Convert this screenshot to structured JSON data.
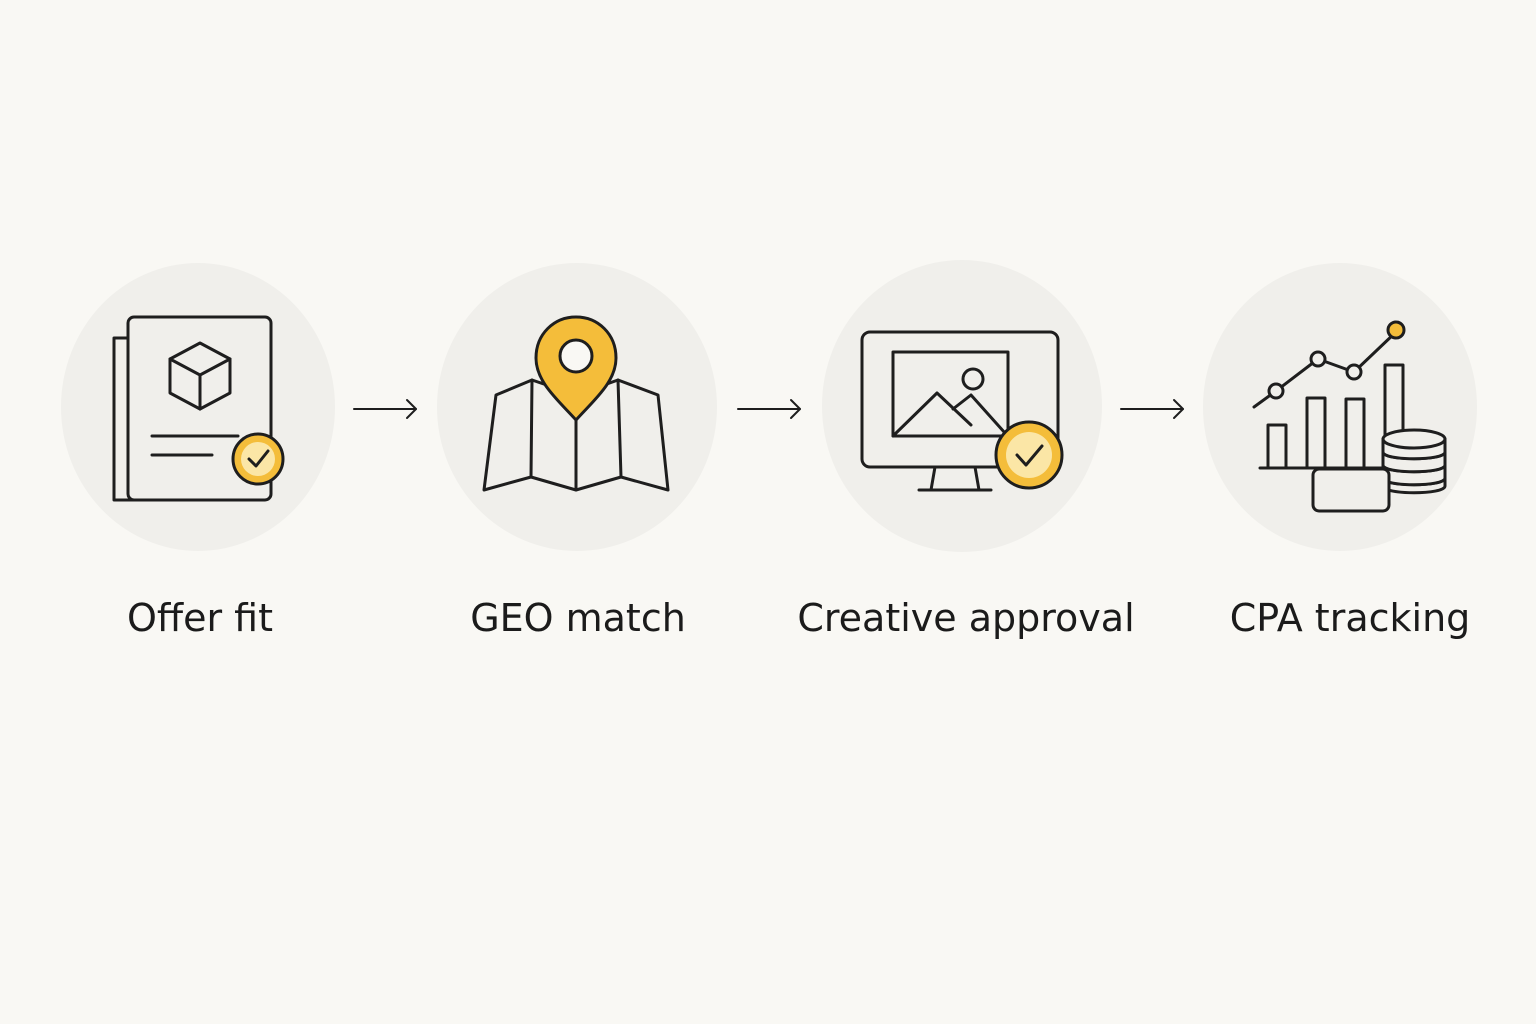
{
  "colors": {
    "background": "#f9f8f4",
    "circle": "#f0efeb",
    "stroke": "#1e1e1e",
    "accent": "#f4bd3a"
  },
  "steps": [
    {
      "label": "Offer fit",
      "icon": "offer-document-icon",
      "badge": "check-badge-icon"
    },
    {
      "label": "GEO match",
      "icon": "map-pin-icon"
    },
    {
      "label": "Creative approval",
      "icon": "monitor-image-icon",
      "badge": "check-badge-icon"
    },
    {
      "label": "CPA tracking",
      "icon": "chart-coins-icon"
    }
  ],
  "connectors": [
    "arrow-right-icon",
    "arrow-right-icon",
    "arrow-right-icon"
  ]
}
